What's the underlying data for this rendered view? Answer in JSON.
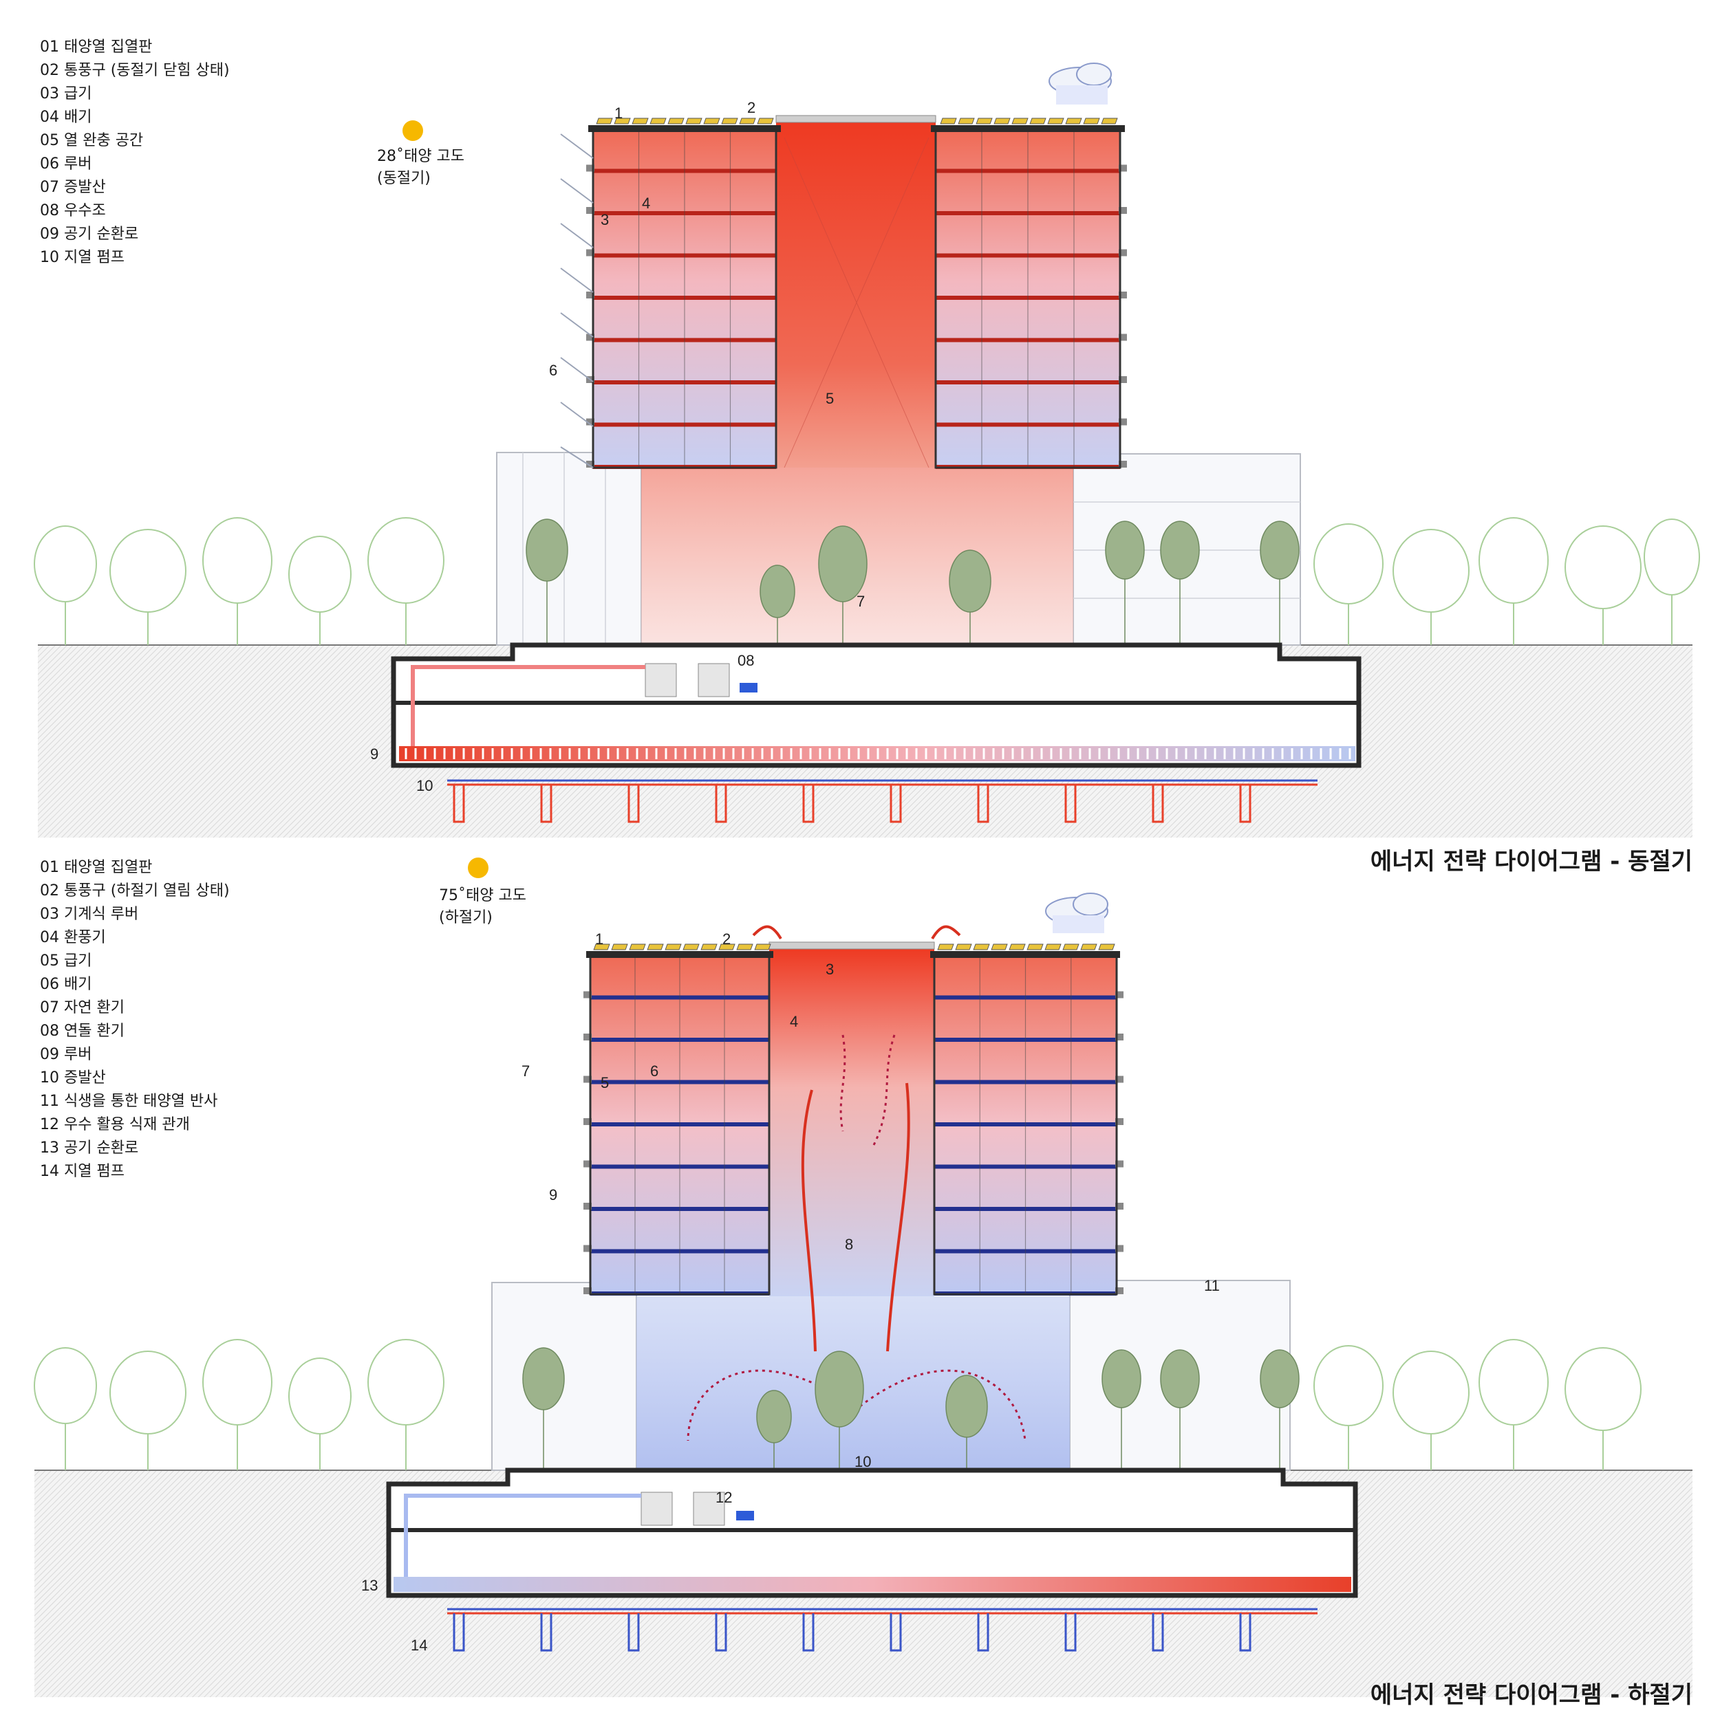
{
  "winter": {
    "caption": "에너지 전략 다이어그램 - 동절기",
    "sun_label_line1": "28˚태양 고도",
    "sun_label_line2": "(동절기)",
    "legend": [
      "01 태양열 집열판",
      "02 통풍구 (동절기 닫힘 상태)",
      "03 급기",
      "04 배기",
      "05 열 완충 공간",
      "06 루버",
      "07 증발산",
      "08 우수조",
      "09 공기 순환로",
      "10 지열 펌프"
    ],
    "callouts": [
      "1",
      "2",
      "3",
      "4",
      "5",
      "6",
      "7",
      "08",
      "9",
      "10"
    ],
    "colors": {
      "warm": "#e8402a",
      "cool": "#3a55c8",
      "sun": "#f6b800"
    }
  },
  "summer": {
    "caption": "에너지 전략 다이어그램 - 하절기",
    "sun_label_line1": "75˚태양 고도",
    "sun_label_line2": "(하절기)",
    "legend": [
      "01 태양열 집열판",
      "02 통풍구 (하절기 열림 상태)",
      "03 기계식 루버",
      "04 환풍기",
      "05 급기",
      "06 배기",
      "07 자연 환기",
      "08 연돌 환기",
      "09 루버",
      "10 증발산",
      "11 식생을 통한 태양열 반사",
      "12 우수 활용 식재 관개",
      "13 공기 순환로",
      "14 지열 펌프"
    ],
    "callouts": [
      "1",
      "2",
      "3",
      "4",
      "5",
      "6",
      "7",
      "8",
      "9",
      "10",
      "11",
      "12",
      "13",
      "14"
    ],
    "colors": {
      "warm": "#e8402a",
      "cool": "#3a55c8",
      "sun": "#f6b800"
    }
  }
}
